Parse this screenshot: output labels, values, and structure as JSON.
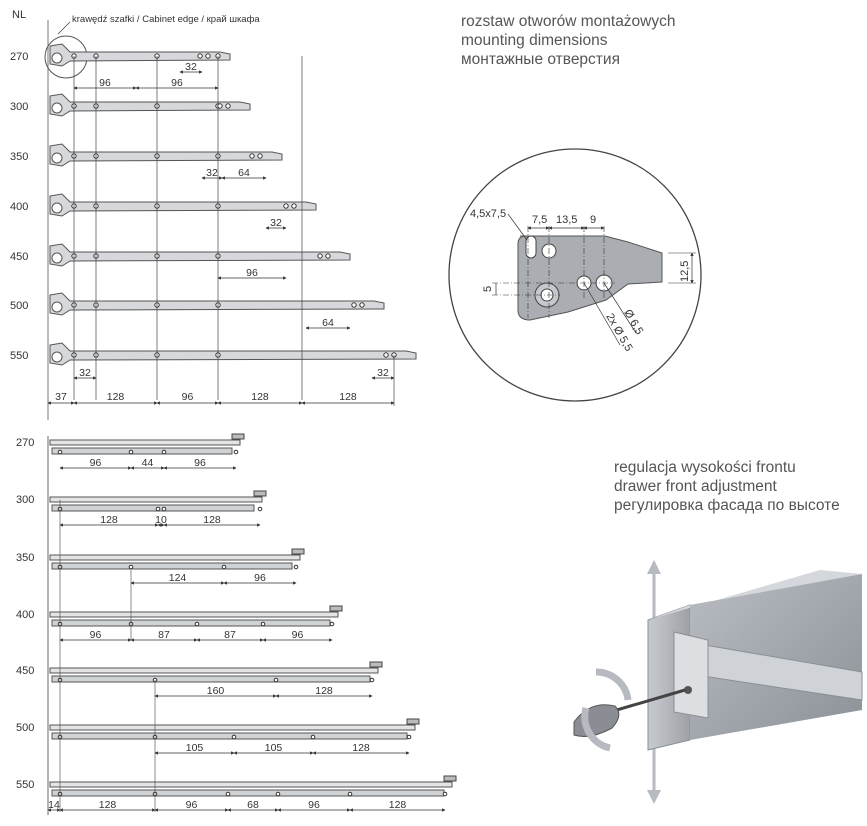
{
  "header": {
    "nl": "NL",
    "edge_label": "krawędź szafki / Cabinet edge / край шкафа"
  },
  "mounting_title": [
    "rozstaw otworów montażowych",
    "mounting dimensions",
    "монтажные отверстия"
  ],
  "adjust_title": [
    "regulacja wysokości frontu",
    "drawer front adjustment",
    "регулировка фасада по высоте"
  ],
  "top_rails": [
    {
      "nl": "270",
      "dims": [
        {
          "t": "96"
        },
        {
          "t": "96"
        },
        {
          "t": "32"
        }
      ]
    },
    {
      "nl": "300",
      "dims": []
    },
    {
      "nl": "350",
      "dims": [
        {
          "t": "32"
        },
        {
          "t": "64"
        }
      ]
    },
    {
      "nl": "400",
      "dims": [
        {
          "t": "32"
        }
      ]
    },
    {
      "nl": "450",
      "dims": [
        {
          "t": "96"
        }
      ]
    },
    {
      "nl": "500",
      "dims": [
        {
          "t": "64"
        }
      ]
    },
    {
      "nl": "550",
      "dims": [
        {
          "t": "32"
        },
        {
          "t": "32"
        }
      ]
    }
  ],
  "top_bottom_dims": [
    "37",
    "128",
    "96",
    "128",
    "128"
  ],
  "bottom_rails": [
    {
      "nl": "270",
      "dims": [
        "96",
        "44",
        "96"
      ]
    },
    {
      "nl": "300",
      "dims": [
        "128",
        "10",
        "128"
      ]
    },
    {
      "nl": "350",
      "dims": [
        "124",
        "96"
      ]
    },
    {
      "nl": "400",
      "dims": [
        "96",
        "87",
        "87",
        "96"
      ]
    },
    {
      "nl": "450",
      "dims": [
        "160",
        "128"
      ]
    },
    {
      "nl": "500",
      "dims": [
        "105",
        "105",
        "128"
      ]
    },
    {
      "nl": "550",
      "dims": [
        "14",
        "128",
        "96",
        "68",
        "96",
        "128"
      ]
    }
  ],
  "detail_labels": {
    "hole": "4,5x7,5",
    "d1": "7,5",
    "d2": "13,5",
    "d3": "9",
    "h5": "5",
    "h125": "12,5",
    "d65": "Ø 6,5",
    "d55": "2x Ø 5,5"
  }
}
